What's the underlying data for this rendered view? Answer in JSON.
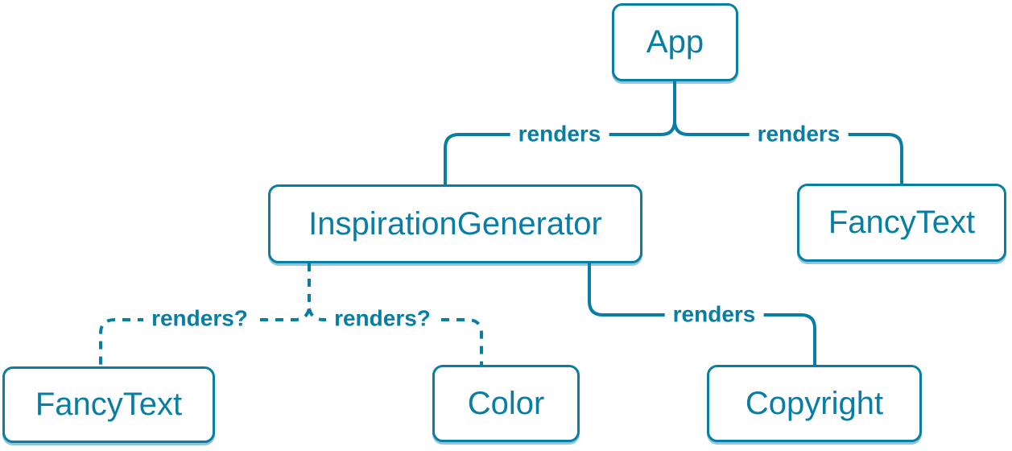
{
  "colors": {
    "accent": "#087EA4",
    "background": "#FFFFFF"
  },
  "diagram_type": "component-render-tree",
  "nodes": [
    {
      "id": "app",
      "label": "App"
    },
    {
      "id": "inspiration-generator",
      "label": "InspirationGenerator"
    },
    {
      "id": "fancy-text-top",
      "label": "FancyText"
    },
    {
      "id": "fancy-text-bottom",
      "label": "FancyText"
    },
    {
      "id": "color",
      "label": "Color"
    },
    {
      "id": "copyright",
      "label": "Copyright"
    }
  ],
  "edges": [
    {
      "from": "app",
      "to": "inspiration-generator",
      "label": "renders",
      "style": "solid"
    },
    {
      "from": "app",
      "to": "fancy-text-top",
      "label": "renders",
      "style": "solid"
    },
    {
      "from": "inspiration-generator",
      "to": "copyright",
      "label": "renders",
      "style": "solid"
    },
    {
      "from": "inspiration-generator",
      "to": "fancy-text-bottom",
      "label": "renders?",
      "style": "dashed"
    },
    {
      "from": "inspiration-generator",
      "to": "color",
      "label": "renders?",
      "style": "dashed"
    }
  ]
}
